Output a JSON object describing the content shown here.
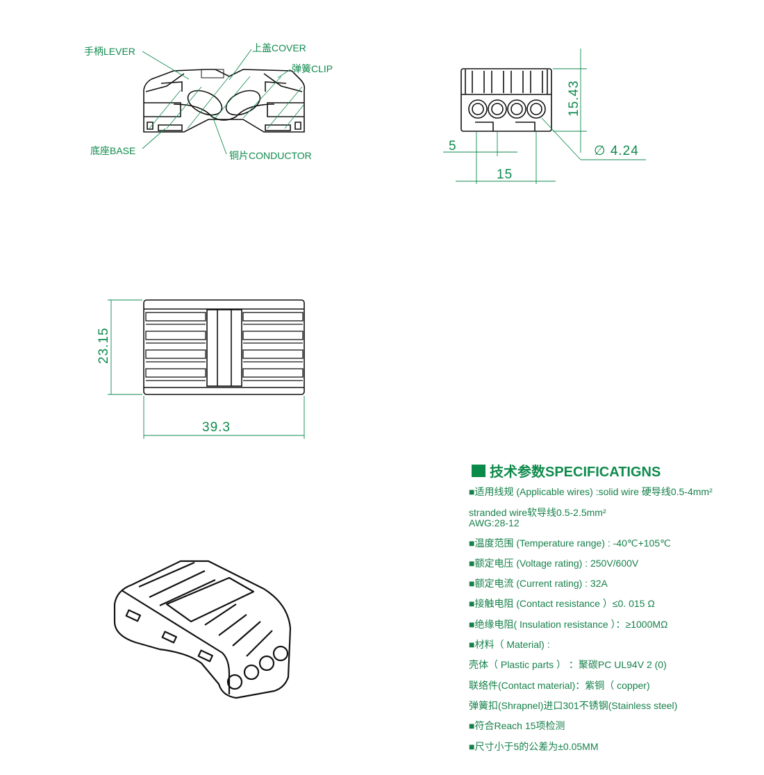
{
  "colors": {
    "accent": "#0f8a4c",
    "line": "#111111"
  },
  "section_view": {
    "labels": {
      "lever": "手柄LEVER",
      "cover": "上盖COVER",
      "clip": "弹簧CLIP",
      "base": "底座BASE",
      "conductor": "铜片CONDUCTOR"
    }
  },
  "front_view": {
    "dims": {
      "height": "15.43",
      "pitch": "5",
      "hole_diameter": "∅ 4.24",
      "width": "15"
    }
  },
  "top_view": {
    "dims": {
      "depth": "23.15",
      "length": "39.3"
    }
  },
  "specs": {
    "title": "技术参数SPECIFICATIGNS",
    "lines": [
      "■适用线规 (Applicable wires) :solid wire 硬导线0.5-4mm²",
      "stranded wire软导线0.5-2.5mm²",
      "AWG:28-12",
      "■温度范围 (Temperature range) : -40℃+105℃",
      "■额定电压 (Voltage rating) : 250V/600V",
      "■额定电流 (Current rating) : 32A",
      "■接触电阻 (Contact resistance ）≤0. 015 Ω",
      "■绝缘电阻( Insulation resistance ）：≥1000MΩ",
      "■材料（  Material) :",
      "壳体（ Plastic parts ）  ：聚碳PC UL94V 2 (0)",
      "联络件(Contact material)：紫铜（ copper)",
      "弹簧扣(Shrapnel)进口301不锈钢(Stainless steel)",
      "■符合Reach 15项检测",
      "■尺寸小于5的公差为±0.05MM"
    ]
  }
}
